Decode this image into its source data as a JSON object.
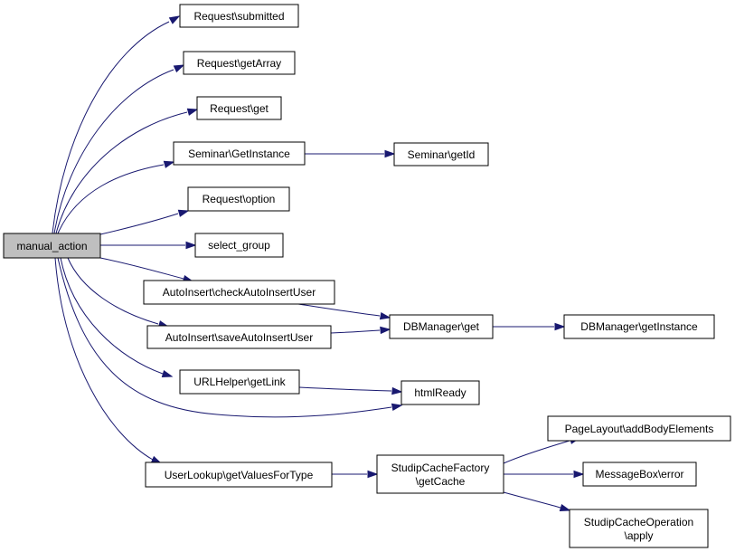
{
  "graph": {
    "edge_color": "#191970",
    "root_fill": "#bfbfbf",
    "nodes": [
      {
        "id": "manual_action",
        "lines": [
          "manual_action"
        ]
      },
      {
        "id": "request_submitted",
        "lines": [
          "Request\\submitted"
        ]
      },
      {
        "id": "request_getarray",
        "lines": [
          "Request\\getArray"
        ]
      },
      {
        "id": "request_get",
        "lines": [
          "Request\\get"
        ]
      },
      {
        "id": "seminar_getinstance",
        "lines": [
          "Seminar\\GetInstance"
        ]
      },
      {
        "id": "seminar_getid",
        "lines": [
          "Seminar\\getId"
        ]
      },
      {
        "id": "request_option",
        "lines": [
          "Request\\option"
        ]
      },
      {
        "id": "select_group",
        "lines": [
          "select_group"
        ]
      },
      {
        "id": "autoinsert_check",
        "lines": [
          "AutoInsert\\checkAutoInsertUser"
        ]
      },
      {
        "id": "autoinsert_save",
        "lines": [
          "AutoInsert\\saveAutoInsertUser"
        ]
      },
      {
        "id": "dbmanager_get",
        "lines": [
          "DBManager\\get"
        ]
      },
      {
        "id": "dbmanager_getinstance",
        "lines": [
          "DBManager\\getInstance"
        ]
      },
      {
        "id": "urlhelper_getlink",
        "lines": [
          "URLHelper\\getLink"
        ]
      },
      {
        "id": "htmlready",
        "lines": [
          "htmlReady"
        ]
      },
      {
        "id": "userlookup_getvalues",
        "lines": [
          "UserLookup\\getValuesForType"
        ]
      },
      {
        "id": "cachefactory_getcache",
        "lines": [
          "StudipCacheFactory",
          "\\getCache"
        ]
      },
      {
        "id": "pagelayout_addbody",
        "lines": [
          "PageLayout\\addBodyElements"
        ]
      },
      {
        "id": "messagebox_error",
        "lines": [
          "MessageBox\\error"
        ]
      },
      {
        "id": "cacheop_apply",
        "lines": [
          "StudipCacheOperation",
          "\\apply"
        ]
      }
    ],
    "edges": [
      {
        "from": "manual_action",
        "to": "request_submitted"
      },
      {
        "from": "manual_action",
        "to": "request_getarray"
      },
      {
        "from": "manual_action",
        "to": "request_get"
      },
      {
        "from": "manual_action",
        "to": "seminar_getinstance"
      },
      {
        "from": "manual_action",
        "to": "request_option"
      },
      {
        "from": "manual_action",
        "to": "select_group"
      },
      {
        "from": "manual_action",
        "to": "autoinsert_check"
      },
      {
        "from": "manual_action",
        "to": "autoinsert_save"
      },
      {
        "from": "manual_action",
        "to": "urlhelper_getlink"
      },
      {
        "from": "manual_action",
        "to": "htmlready"
      },
      {
        "from": "manual_action",
        "to": "userlookup_getvalues"
      },
      {
        "from": "seminar_getinstance",
        "to": "seminar_getid"
      },
      {
        "from": "autoinsert_check",
        "to": "dbmanager_get"
      },
      {
        "from": "autoinsert_save",
        "to": "dbmanager_get"
      },
      {
        "from": "dbmanager_get",
        "to": "dbmanager_getinstance"
      },
      {
        "from": "urlhelper_getlink",
        "to": "htmlready"
      },
      {
        "from": "userlookup_getvalues",
        "to": "cachefactory_getcache"
      },
      {
        "from": "cachefactory_getcache",
        "to": "pagelayout_addbody"
      },
      {
        "from": "cachefactory_getcache",
        "to": "messagebox_error"
      },
      {
        "from": "cachefactory_getcache",
        "to": "cacheop_apply"
      }
    ]
  }
}
